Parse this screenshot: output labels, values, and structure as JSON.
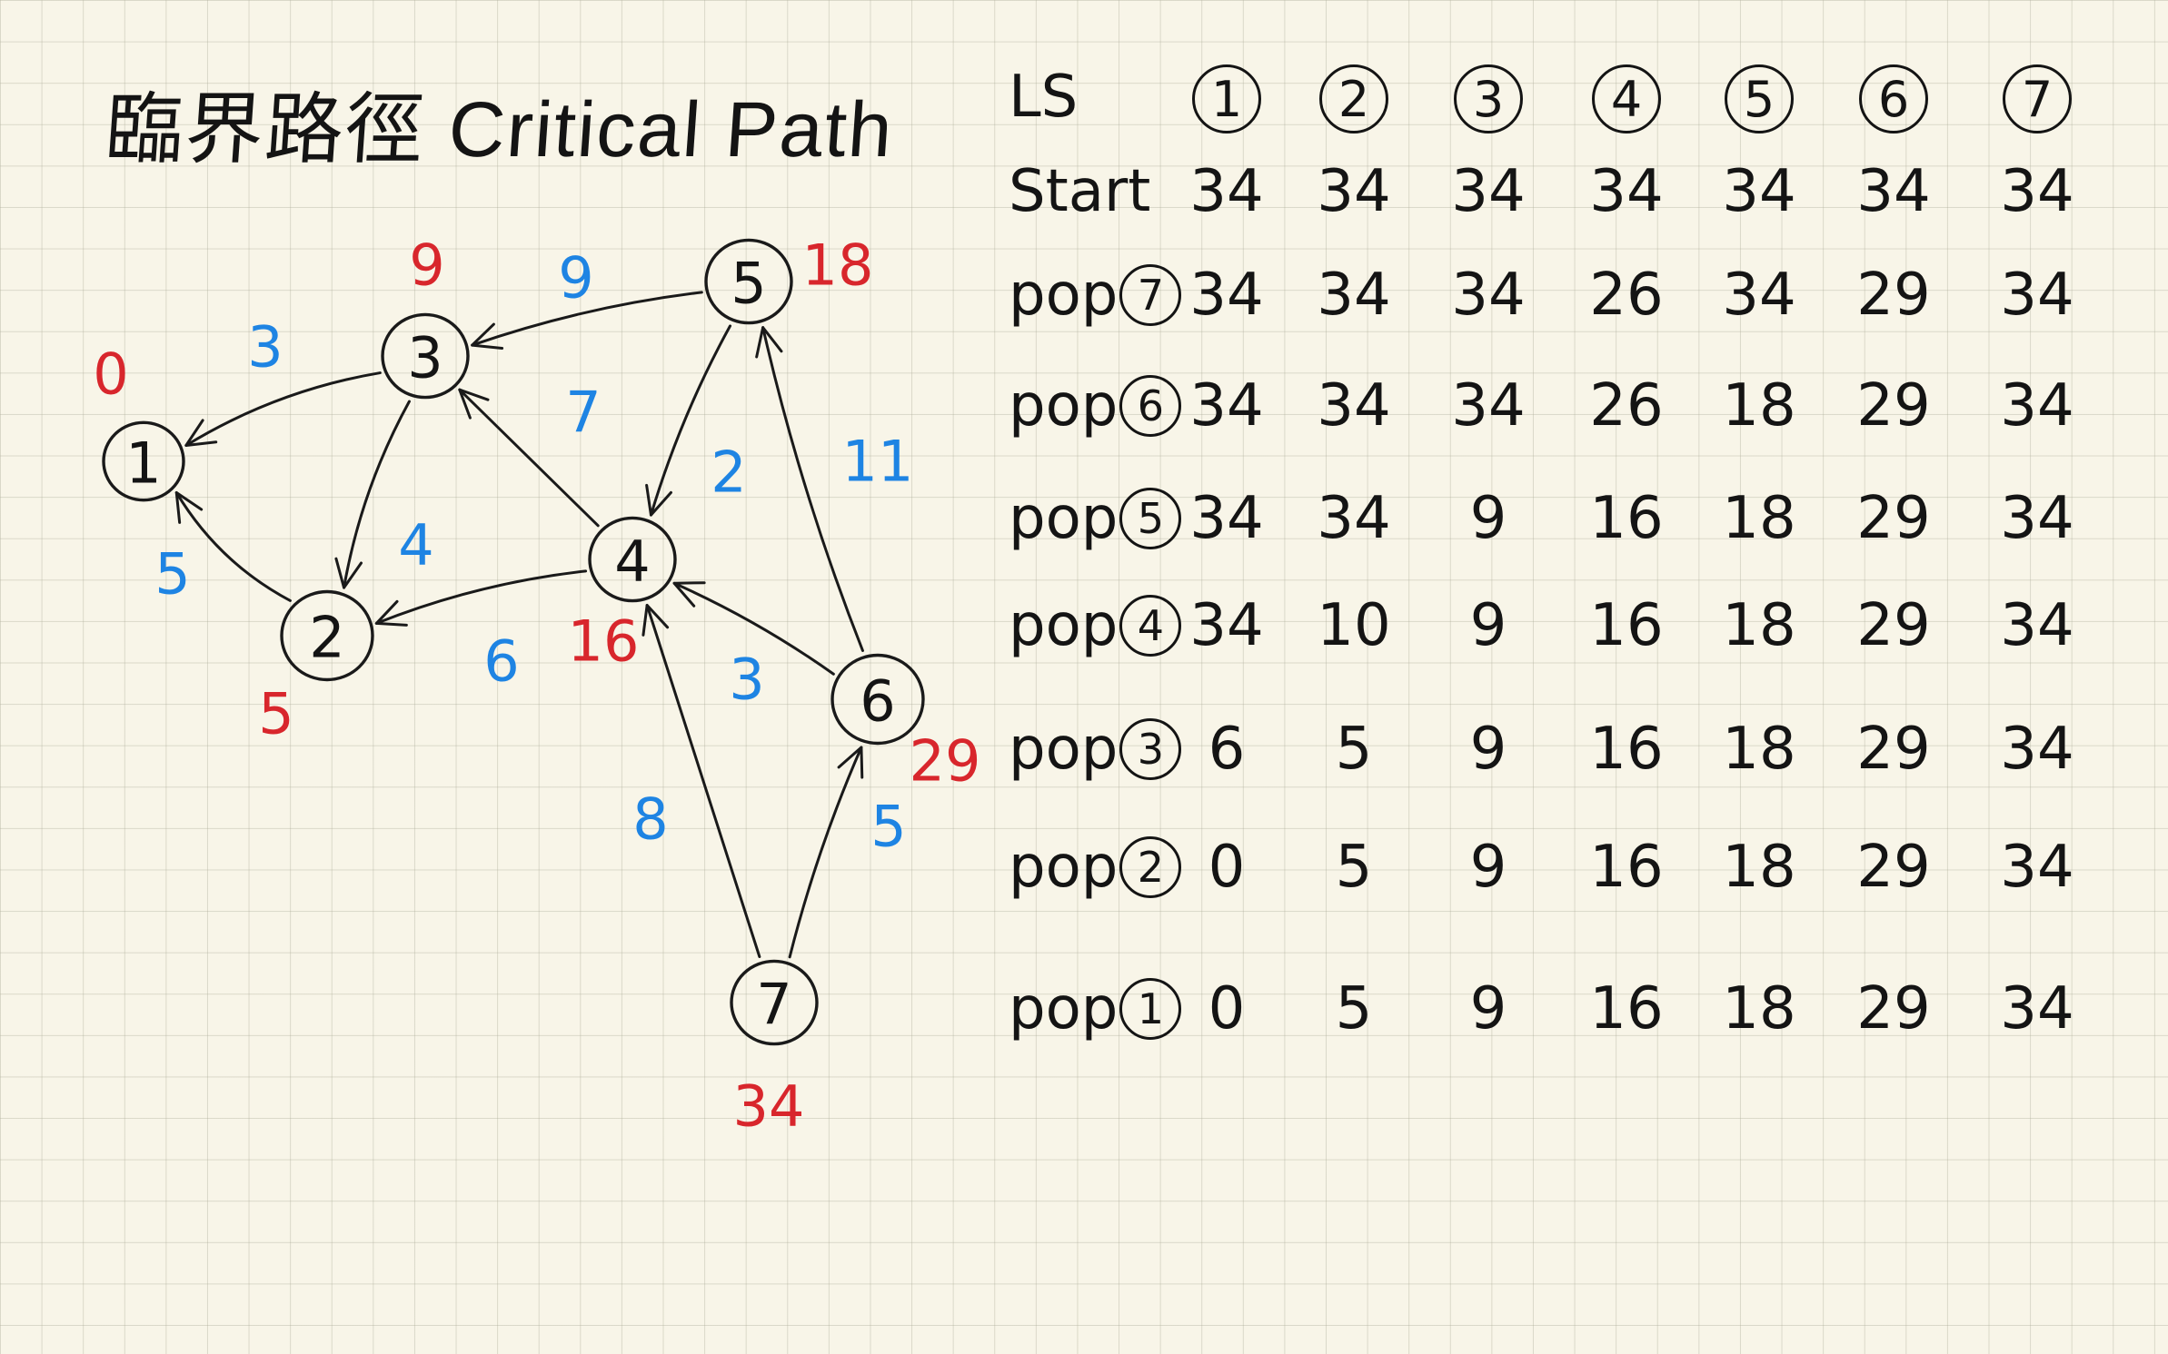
{
  "title": {
    "zh": "臨界路徑",
    "en": "Critical Path"
  },
  "graph": {
    "nodes": [
      {
        "id": "1",
        "time": "0"
      },
      {
        "id": "2",
        "time": "5"
      },
      {
        "id": "3",
        "time": "9"
      },
      {
        "id": "4",
        "time": "16"
      },
      {
        "id": "5",
        "time": "18"
      },
      {
        "id": "6",
        "time": "29"
      },
      {
        "id": "7",
        "time": "34"
      }
    ],
    "edges": [
      {
        "from": "3",
        "to": "1",
        "weight": "3"
      },
      {
        "from": "2",
        "to": "1",
        "weight": "5"
      },
      {
        "from": "5",
        "to": "3",
        "weight": "9"
      },
      {
        "from": "3",
        "to": "2",
        "weight": "4"
      },
      {
        "from": "4",
        "to": "3",
        "weight": "7"
      },
      {
        "from": "5",
        "to": "4",
        "weight": "2"
      },
      {
        "from": "4",
        "to": "2",
        "weight": "6"
      },
      {
        "from": "6",
        "to": "5",
        "weight": "11"
      },
      {
        "from": "6",
        "to": "4",
        "weight": "3"
      },
      {
        "from": "7",
        "to": "4",
        "weight": "8"
      },
      {
        "from": "7",
        "to": "6",
        "weight": "5"
      }
    ]
  },
  "table": {
    "header_label": "LS",
    "columns": [
      "1",
      "2",
      "3",
      "4",
      "5",
      "6",
      "7"
    ],
    "rows": [
      {
        "label": "Start",
        "node": "",
        "values": [
          "34",
          "34",
          "34",
          "34",
          "34",
          "34",
          "34"
        ]
      },
      {
        "label": "pop",
        "node": "7",
        "values": [
          "34",
          "34",
          "34",
          "26",
          "34",
          "29",
          "34"
        ]
      },
      {
        "label": "pop",
        "node": "6",
        "values": [
          "34",
          "34",
          "34",
          "26",
          "18",
          "29",
          "34"
        ]
      },
      {
        "label": "pop",
        "node": "5",
        "values": [
          "34",
          "34",
          "9",
          "16",
          "18",
          "29",
          "34"
        ]
      },
      {
        "label": "pop",
        "node": "4",
        "values": [
          "34",
          "10",
          "9",
          "16",
          "18",
          "29",
          "34"
        ]
      },
      {
        "label": "pop",
        "node": "3",
        "values": [
          "6",
          "5",
          "9",
          "16",
          "18",
          "29",
          "34"
        ]
      },
      {
        "label": "pop",
        "node": "2",
        "values": [
          "0",
          "5",
          "9",
          "16",
          "18",
          "29",
          "34"
        ]
      },
      {
        "label": "pop",
        "node": "1",
        "values": [
          "0",
          "5",
          "9",
          "16",
          "18",
          "29",
          "34"
        ]
      }
    ]
  },
  "colors": {
    "ink": "#141414",
    "weight": "#1e84e3",
    "time": "#d8262c",
    "paper": "#f8f5e8",
    "grid": "#d6d3c2"
  }
}
